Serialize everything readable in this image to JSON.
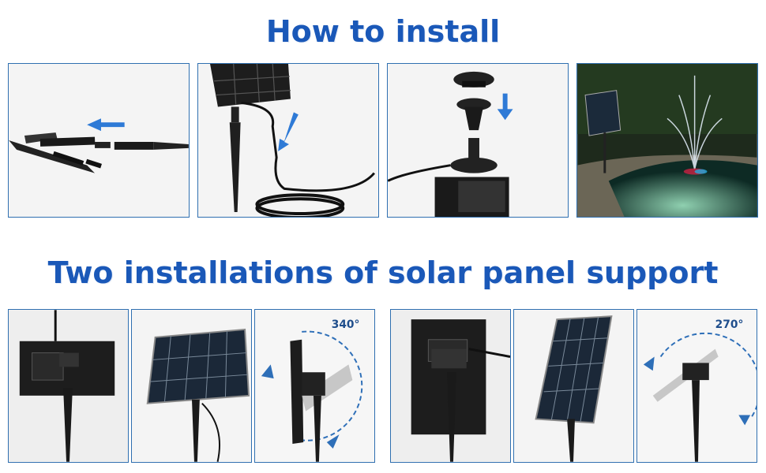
{
  "headings": {
    "how_to_install": "How to install",
    "two_installations": "Two installations of solar panel support"
  },
  "rotation_labels": {
    "left_mount": "340°",
    "right_mount": "270°"
  },
  "colors": {
    "heading_blue": "#1a58b8",
    "frame_blue": "#2f6fb0",
    "arrow_blue": "#2e7ad6"
  }
}
